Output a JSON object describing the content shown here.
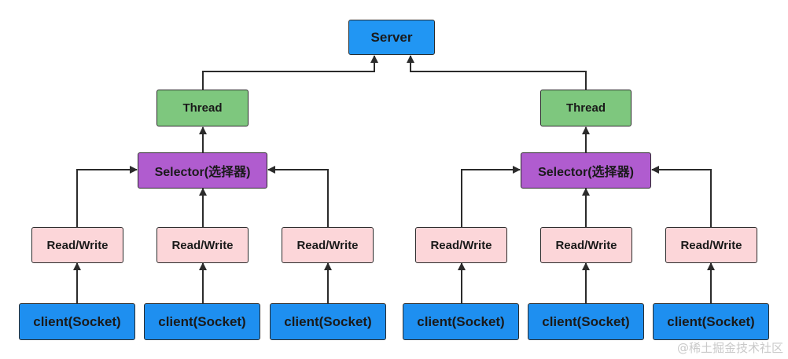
{
  "server": {
    "label": "Server"
  },
  "groups": [
    {
      "thread": "Thread",
      "selector": "Selector(选择器)",
      "read_write": [
        "Read/Write",
        "Read/Write",
        "Read/Write"
      ],
      "clients": [
        "client(Socket)",
        "client(Socket)",
        "client(Socket)"
      ]
    },
    {
      "thread": "Thread",
      "selector": "Selector(选择器)",
      "read_write": [
        "Read/Write",
        "Read/Write",
        "Read/Write"
      ],
      "clients": [
        "client(Socket)",
        "client(Socket)",
        "client(Socket)"
      ]
    }
  ],
  "watermark": "@稀土掘金技术社区",
  "colors": {
    "server": "#2196f3",
    "thread": "#7ec77e",
    "selector": "#b05ccf",
    "read_write": "#fcd6d9",
    "client": "#1e8ff0",
    "line": "#2b2b2b"
  }
}
